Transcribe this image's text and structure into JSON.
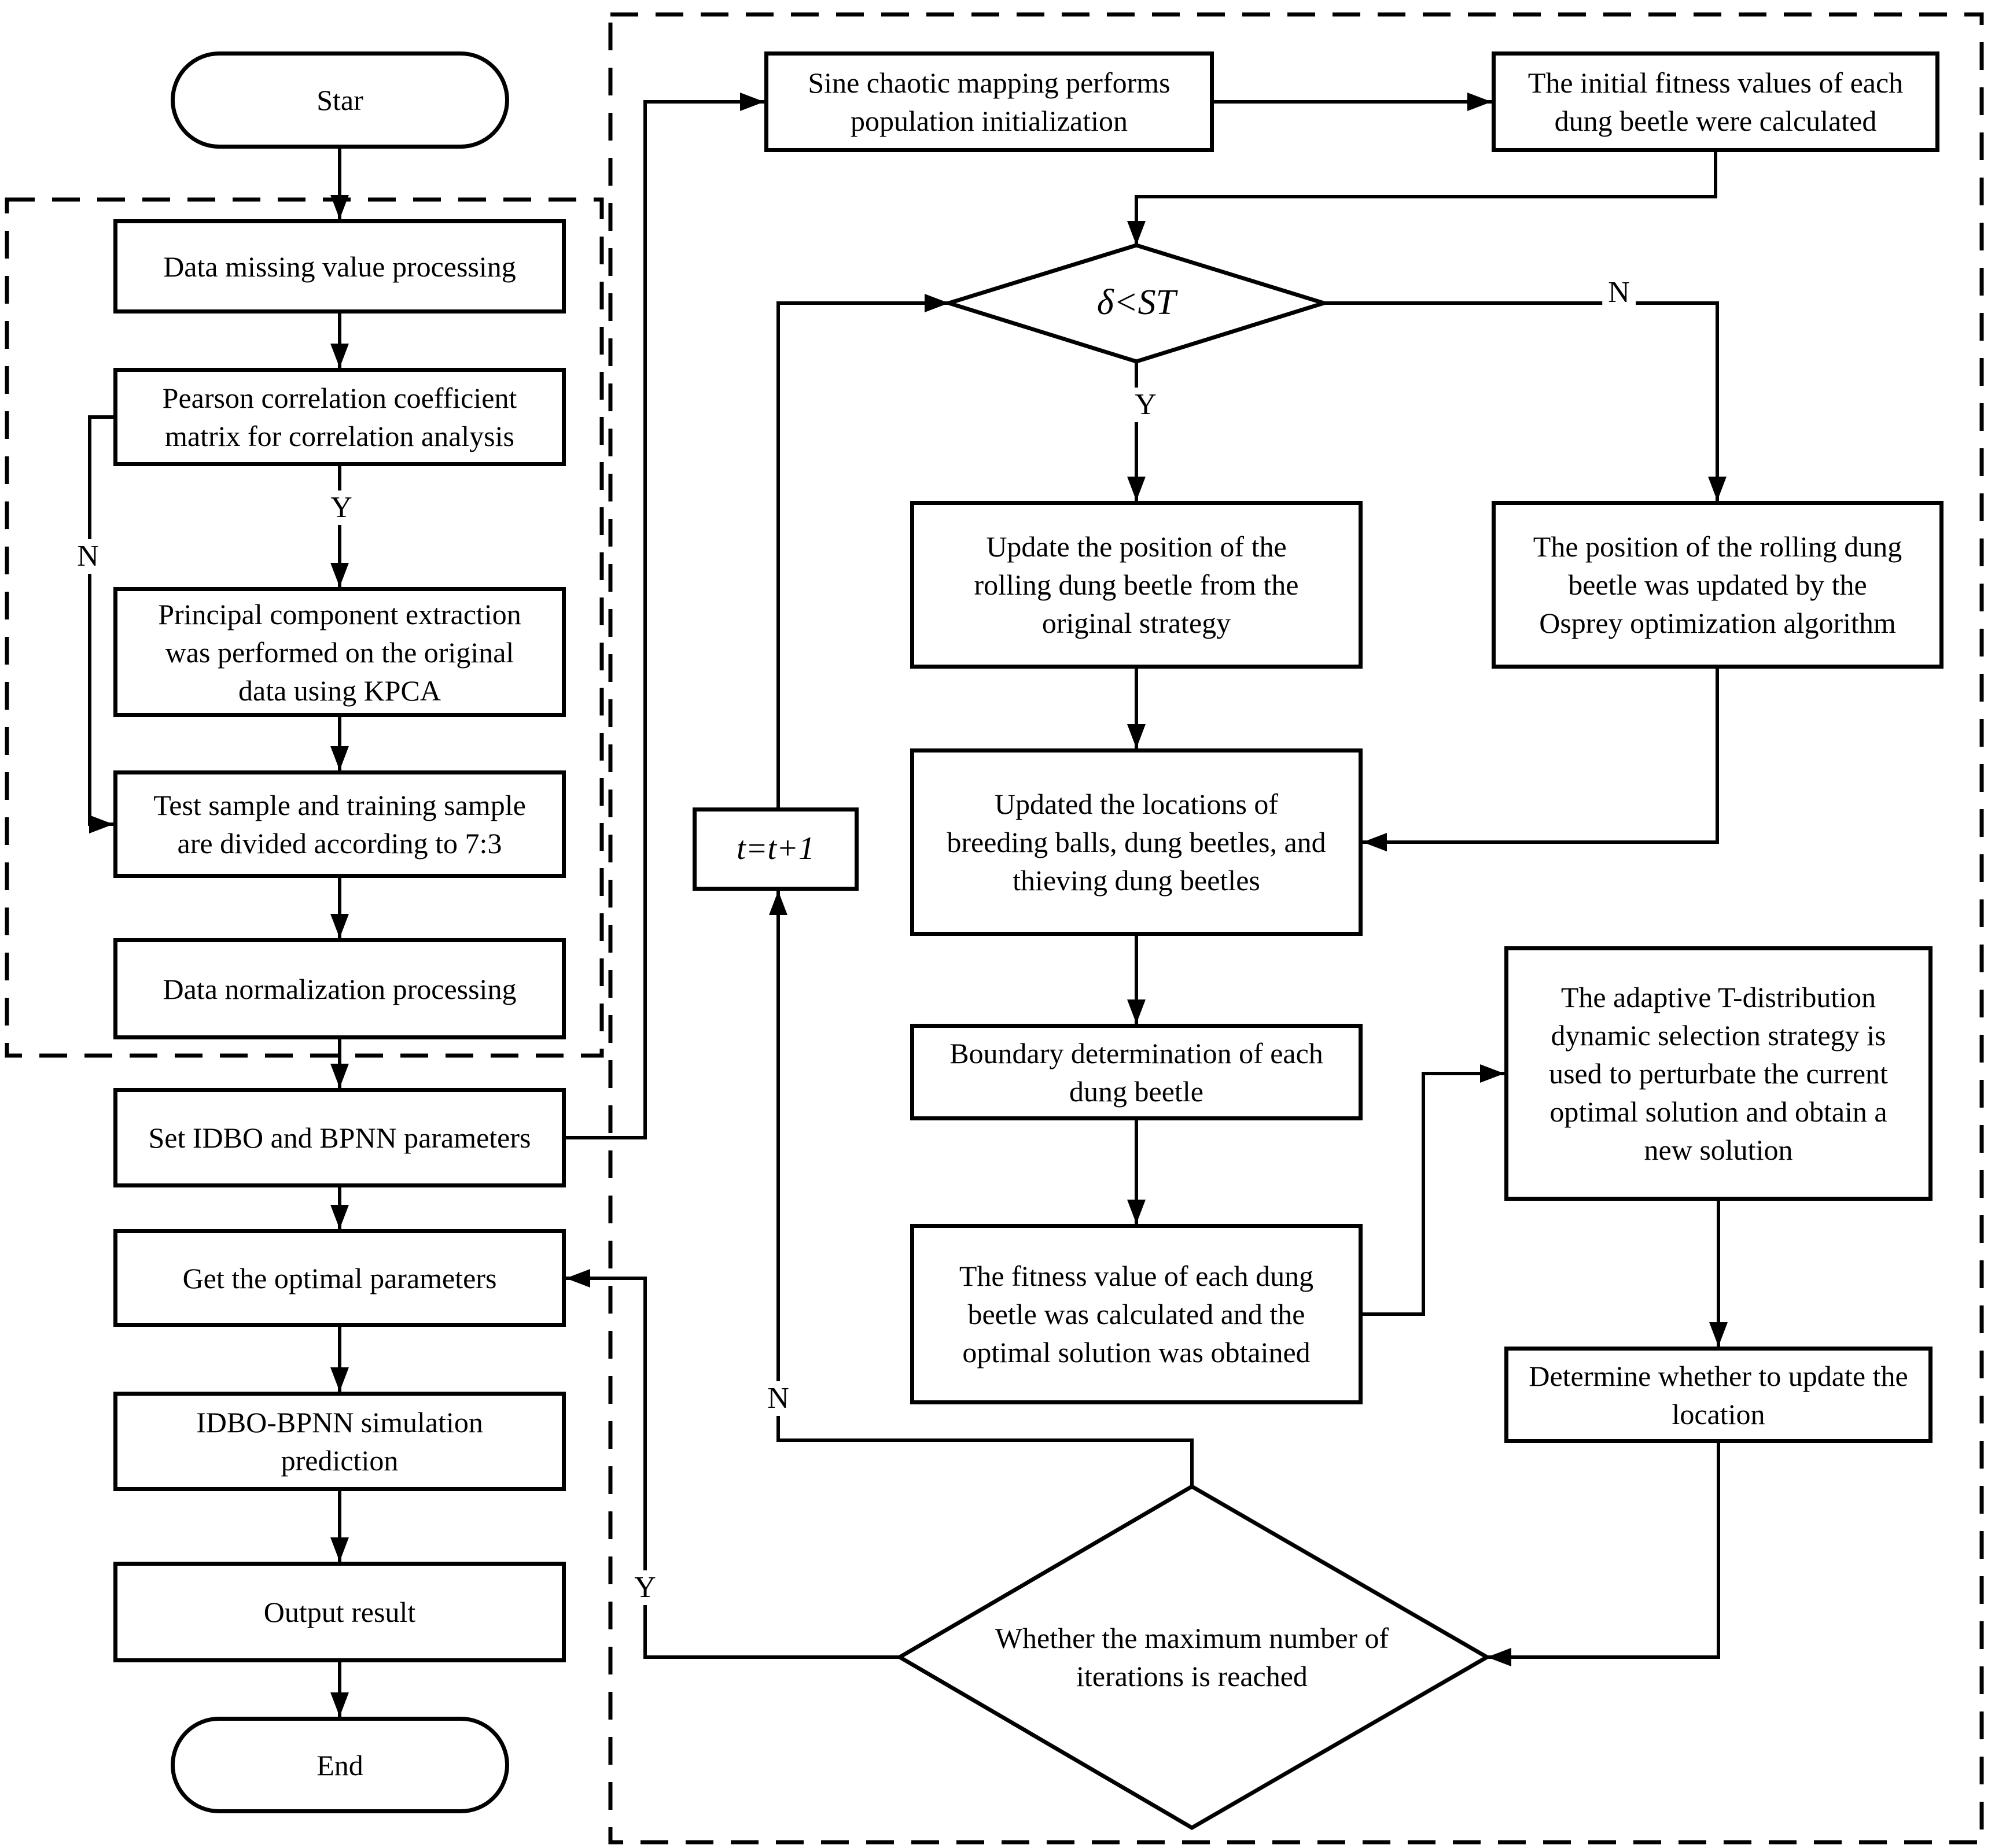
{
  "nodes": {
    "start": "Star",
    "data_missing": "Data missing value processing",
    "pearson": "Pearson correlation coefficient\nmatrix for correlation analysis",
    "kpca": "Principal component extraction\nwas performed on the original\ndata using KPCA",
    "sample_split": "Test sample and training sample\nare divided according to 7:3",
    "normalization": "Data normalization processing",
    "set_params": "Set IDBO and BPNN parameters",
    "get_optimal": "Get the optimal parameters",
    "simulation": "IDBO-BPNN simulation\nprediction",
    "output": "Output result",
    "end": "End",
    "sine_init": "Sine chaotic mapping performs\npopulation initialization",
    "init_fitness": "The initial fitness values of each\ndung beetle were calculated",
    "st_check": "δ<ST",
    "update_original": "Update the position of the\nrolling dung beetle from the\noriginal strategy",
    "osprey_update": "The position of the rolling dung\nbeetle was updated by the\nOsprey optimization algorithm",
    "update_locations": "Updated the locations of\nbreeding balls, dung beetles, and\nthieving dung beetles",
    "t_increment": "t=t+1",
    "boundary": "Boundary determination of each\ndung beetle",
    "adaptive_t": "The adaptive T-distribution\ndynamic selection strategy is\nused to perturbate the current\noptimal solution and obtain a\nnew solution",
    "fitness": "The fitness value of each dung\nbeetle was calculated and the\noptimal solution was obtained",
    "determine_update": "Determine whether to update the\nlocation",
    "max_iterations": "Whether the maximum number of\niterations is reached"
  },
  "branch_labels": {
    "yes": "Y",
    "no": "N"
  },
  "colors": {
    "line": "#000000",
    "background": "#ffffff",
    "text": "#000000"
  }
}
